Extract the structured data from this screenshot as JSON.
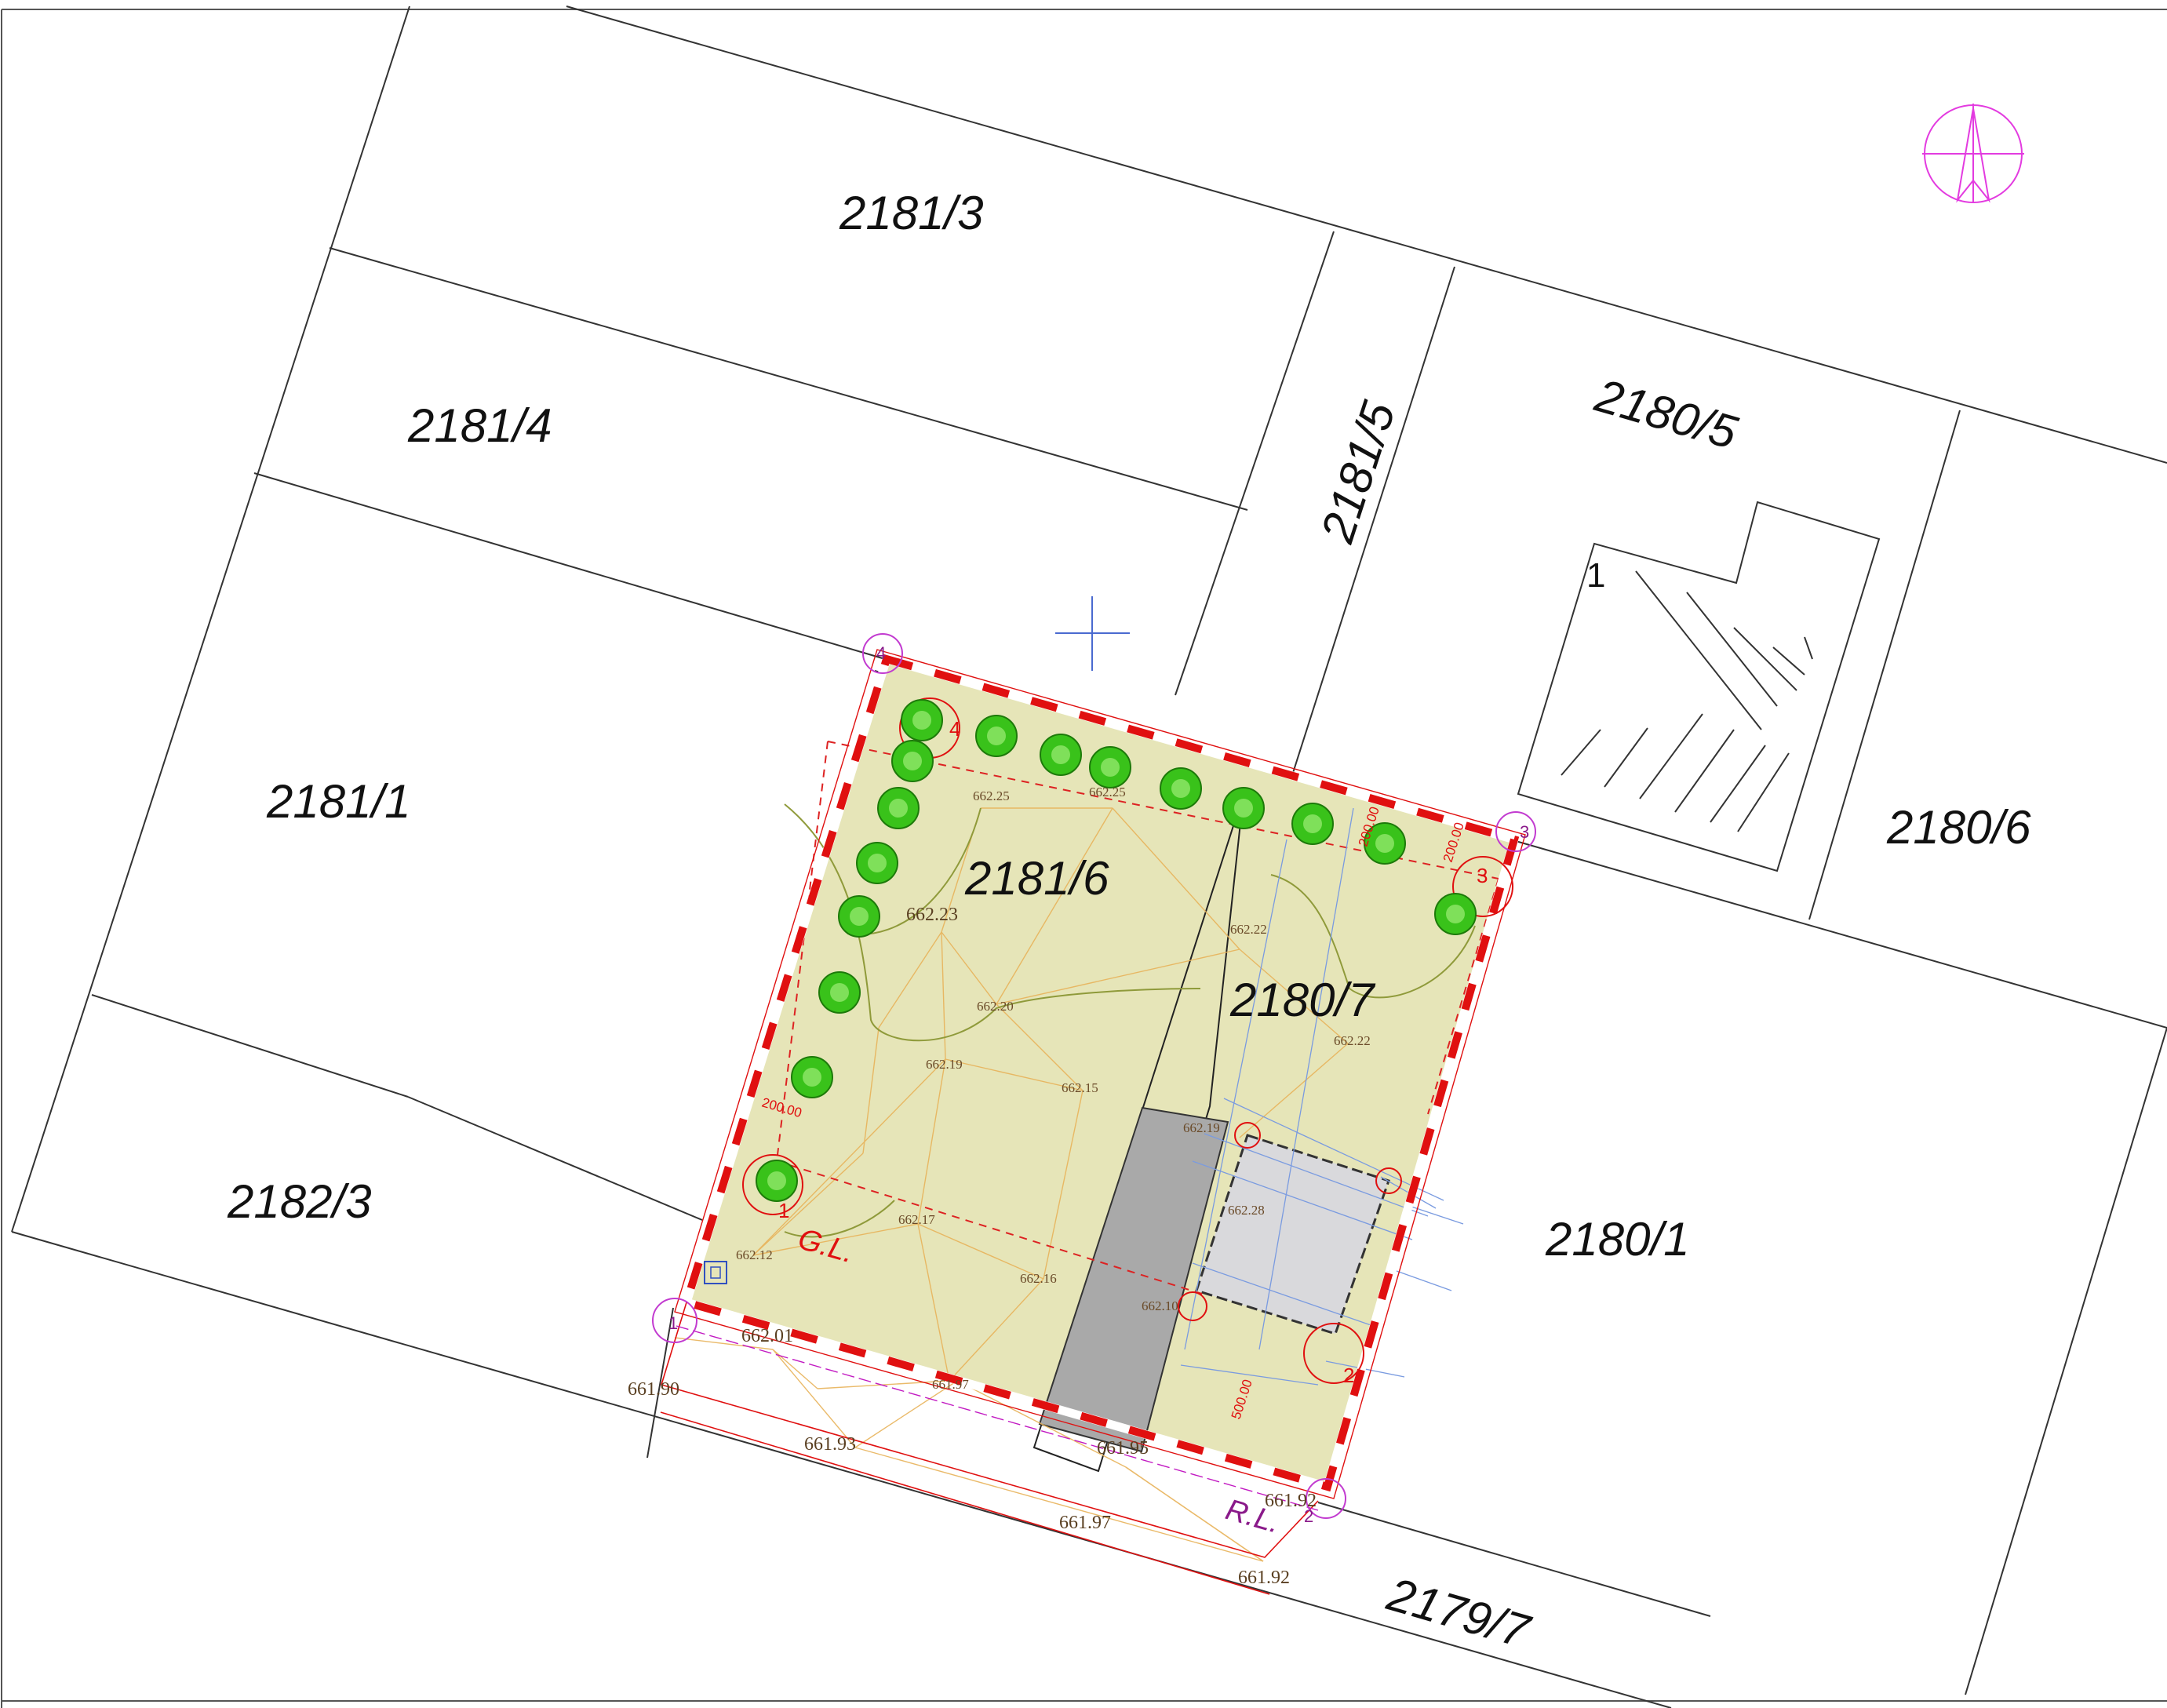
{
  "parcels": [
    {
      "id": "p1",
      "label": "2181/3"
    },
    {
      "id": "p2",
      "label": "2181/4"
    },
    {
      "id": "p3",
      "label": "2181/5"
    },
    {
      "id": "p4",
      "label": "2180/5"
    },
    {
      "id": "p5",
      "label": "2181/1"
    },
    {
      "id": "p6",
      "label": "2181/6"
    },
    {
      "id": "p7",
      "label": "2180/7"
    },
    {
      "id": "p8",
      "label": "2180/6"
    },
    {
      "id": "p9",
      "label": "2182/3"
    },
    {
      "id": "p10",
      "label": "2180/1"
    },
    {
      "id": "p11",
      "label": "2179/7"
    }
  ],
  "building_number": "1",
  "markers": {
    "gl": "G.L.",
    "rl": "R.L.",
    "corner_1": "1",
    "corner_2": "2",
    "corner_3": "3",
    "corner_4": "4"
  },
  "dimensions": {
    "d200_left": "200.00",
    "d200_right": "200.00",
    "d500": "500.00",
    "d200_a": "200.00"
  },
  "elevations": [
    "662.25",
    "662.25",
    "662.23",
    "662.22",
    "662.20",
    "662.22",
    "662.19",
    "662.15",
    "662.17",
    "662.12",
    "662.16",
    "662.28",
    "662.01",
    "661.90",
    "661.97",
    "661.93",
    "661.95",
    "661.92",
    "661.97",
    "661.92",
    "662.19",
    "662.10"
  ],
  "colors": {
    "parcel_line": "#333333",
    "site_fill": "#e6e5b8",
    "boundary_red": "#e01010",
    "building_grey": "#a9a9a9",
    "tree_green": "#39c21a",
    "north_arrow": "#e33be0"
  },
  "icons": {
    "north": "north-arrow-icon",
    "tree": "tree-icon",
    "crosshair": "crosshair-icon"
  }
}
